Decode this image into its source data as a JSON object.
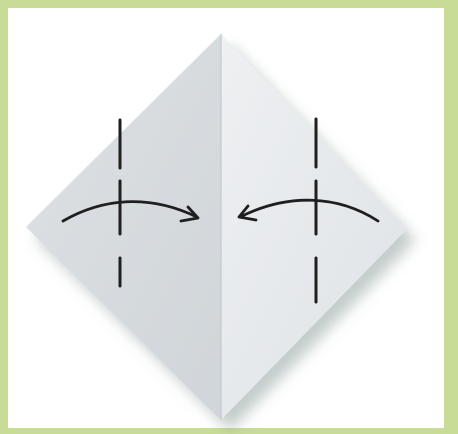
{
  "image": {
    "subject": "origami-diamond-fold-diagram",
    "colors": {
      "border": "#c8dc98",
      "background": "#ffffff",
      "paper_left": "#d7dbde",
      "paper_right": "#e7eaec",
      "crease_line": "#c9ced3",
      "marks": "#1f1f1f",
      "shadow": "#8fa29f"
    },
    "icons": [
      "paper-diamond",
      "fold-arrow-right",
      "fold-arrow-left",
      "vertical-dashed-fold-line-left",
      "vertical-dashed-fold-line-right"
    ]
  }
}
